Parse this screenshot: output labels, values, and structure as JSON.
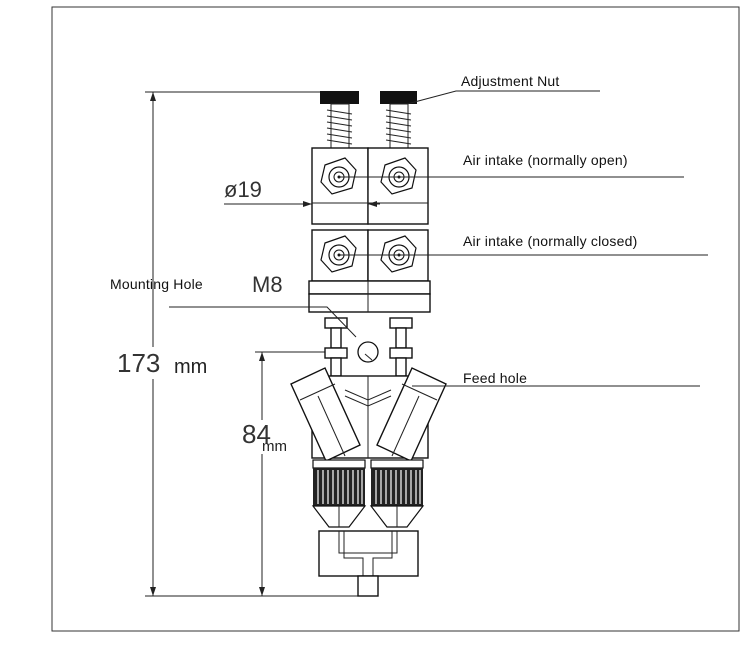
{
  "labels": {
    "adjustment_nut": "Adjustment Nut",
    "air_intake_open": "Air intake (normally open)",
    "air_intake_closed": "Air intake (normally closed)",
    "mounting_hole": "Mounting Hole",
    "mounting_thread": "M8",
    "feed_hole": "Feed hole"
  },
  "dimensions": {
    "total_height_value": "173",
    "total_height_unit": "mm",
    "lower_height_value": "84",
    "lower_height_unit": "mm",
    "width_value": "ø19"
  },
  "colors": {
    "line": "#222222",
    "nut_fill": "#111111",
    "background": "#ffffff"
  }
}
